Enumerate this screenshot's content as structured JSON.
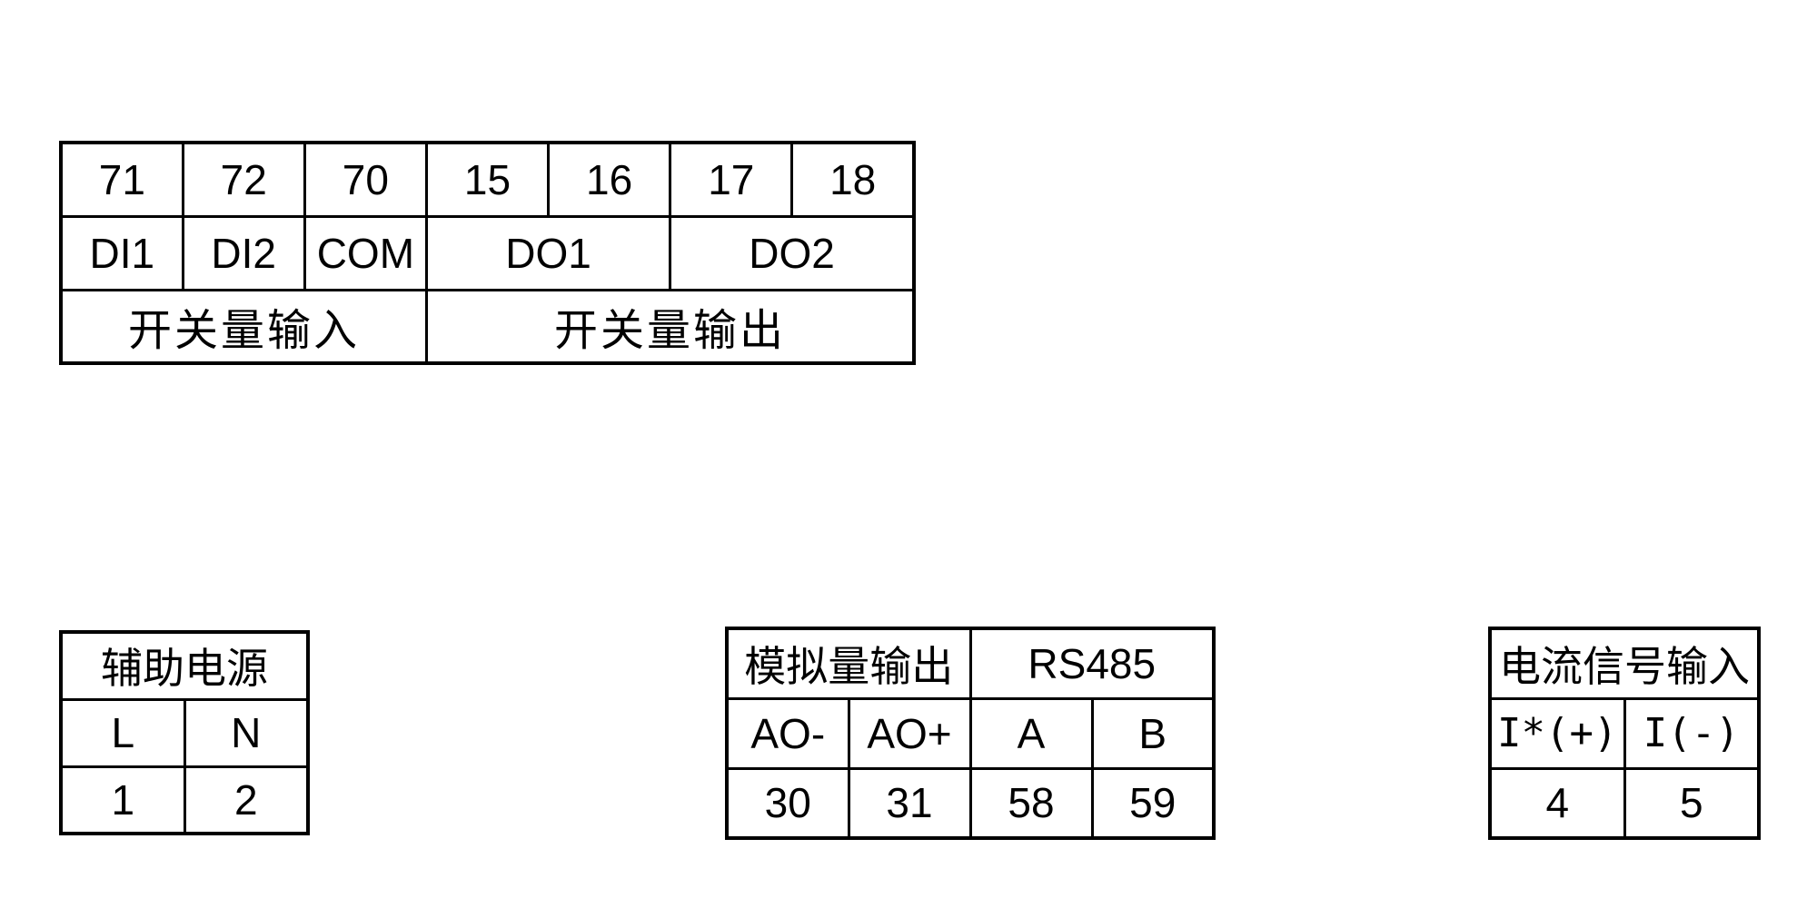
{
  "colors": {
    "background": "#ffffff",
    "border": "#000000",
    "text": "#000000"
  },
  "tables": {
    "switch_io": {
      "terminals": [
        "71",
        "72",
        "70",
        "15",
        "16",
        "17",
        "18"
      ],
      "labels": [
        "DI1",
        "DI2",
        "COM",
        "DO1",
        "DO2"
      ],
      "groups": [
        "开关量输入",
        "开关量输出"
      ]
    },
    "aux_power": {
      "title": "辅助电源",
      "labels": [
        "L",
        "N"
      ],
      "terminals": [
        "1",
        "2"
      ]
    },
    "analog_rs485": {
      "titles": [
        "模拟量输出",
        "RS485"
      ],
      "labels": [
        "AO-",
        "AO+",
        "A",
        "B"
      ],
      "terminals": [
        "30",
        "31",
        "58",
        "59"
      ]
    },
    "current_input": {
      "title": "电流信号输入",
      "labels": [
        "I*(+)",
        "I(-)"
      ],
      "terminals": [
        "4",
        "5"
      ]
    }
  }
}
